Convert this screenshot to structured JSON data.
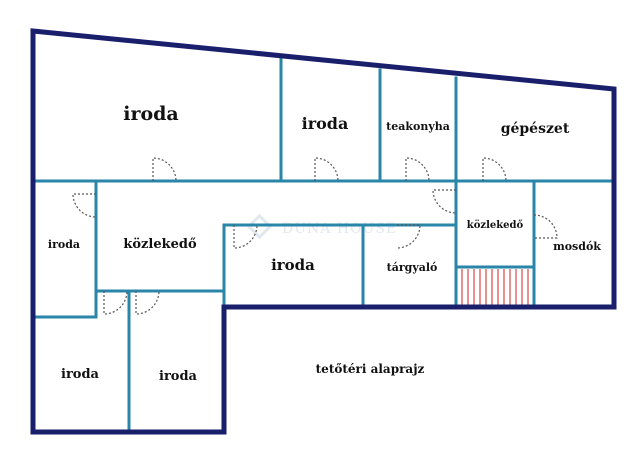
{
  "plan": {
    "caption": "tetőtéri alaprajz",
    "watermark": "DUNA HOUSE",
    "colors": {
      "outer_wall": "#1a1f6b",
      "inner_wall": "#2a86a8",
      "door_swing": "#555555",
      "stair": "#d84848",
      "background": "#ffffff"
    },
    "rooms": [
      {
        "key": "iroda_big",
        "label": "iroda"
      },
      {
        "key": "iroda_mid",
        "label": "iroda"
      },
      {
        "key": "teakonyha",
        "label": "teakonyha"
      },
      {
        "key": "gepeszet",
        "label": "gépészet"
      },
      {
        "key": "iroda_left",
        "label": "iroda"
      },
      {
        "key": "kozlekedo_main",
        "label": "közlekedő"
      },
      {
        "key": "iroda_center",
        "label": "iroda"
      },
      {
        "key": "targyalo",
        "label": "tárgyaló"
      },
      {
        "key": "kozlekedo_small",
        "label": "közlekedő"
      },
      {
        "key": "mosdok",
        "label": "mosdók"
      },
      {
        "key": "iroda_bl",
        "label": "iroda"
      },
      {
        "key": "iroda_bm",
        "label": "iroda"
      }
    ]
  }
}
